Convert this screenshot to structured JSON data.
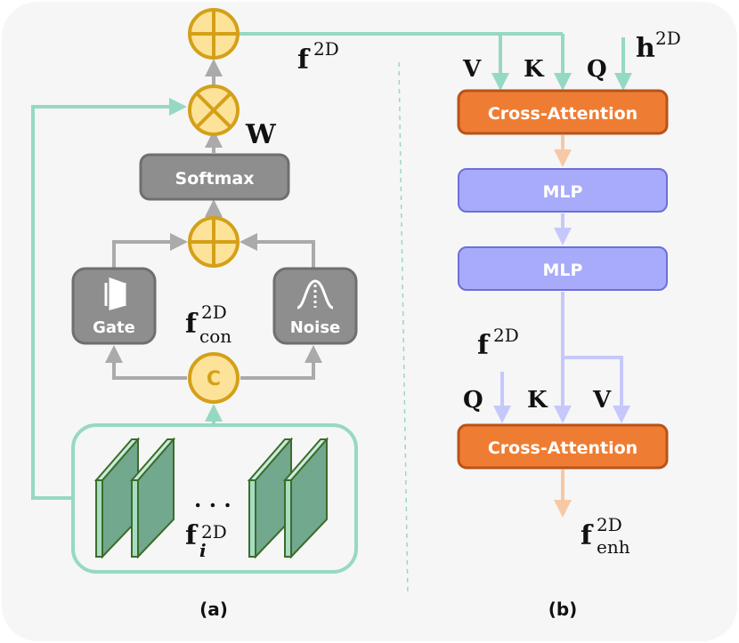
{
  "panel_a": {
    "caption": "(a)",
    "softmax_label": "Softmax",
    "gate_label": "Gate",
    "noise_label": "Noise",
    "concat_label": "C",
    "w_label": "W",
    "f2d_top": {
      "base": "f",
      "sup": "2D"
    },
    "fcon": {
      "base": "f",
      "sup": "2D",
      "sub": "con"
    },
    "fi": {
      "base": "f",
      "sup": "2D",
      "sub": "i"
    },
    "ellipsis": ". . ."
  },
  "panel_b": {
    "caption": "(b)",
    "cross_attention_top": "Cross-Attention",
    "mlp_1": "MLP",
    "mlp_2": "MLP",
    "cross_attention_bottom": "Cross-Attention",
    "top_inputs": {
      "v": "V",
      "k": "K",
      "q": "Q"
    },
    "h2d": {
      "base": "h",
      "sup": "2D"
    },
    "bottom_inputs": {
      "q": "Q",
      "k": "K",
      "v": "V"
    },
    "f2d_mid": {
      "base": "f",
      "sup": "2D"
    },
    "fenh": {
      "base": "f",
      "sup": "2D",
      "sub": "enh"
    }
  },
  "colors": {
    "teal": "#96D9C2",
    "gray_node": "#8E8E8E",
    "gray_arrow": "#AAAAAA",
    "yellow_op": "#FDE39A",
    "yellow_border": "#D4A017",
    "orange": "#EE7D33",
    "mlp": "#A7ABF9",
    "lavender_arrow": "#C6C8FB",
    "peach_arrow": "#F7C8A6",
    "feature_map": "#71A88E",
    "background": "#F6F6F6"
  }
}
